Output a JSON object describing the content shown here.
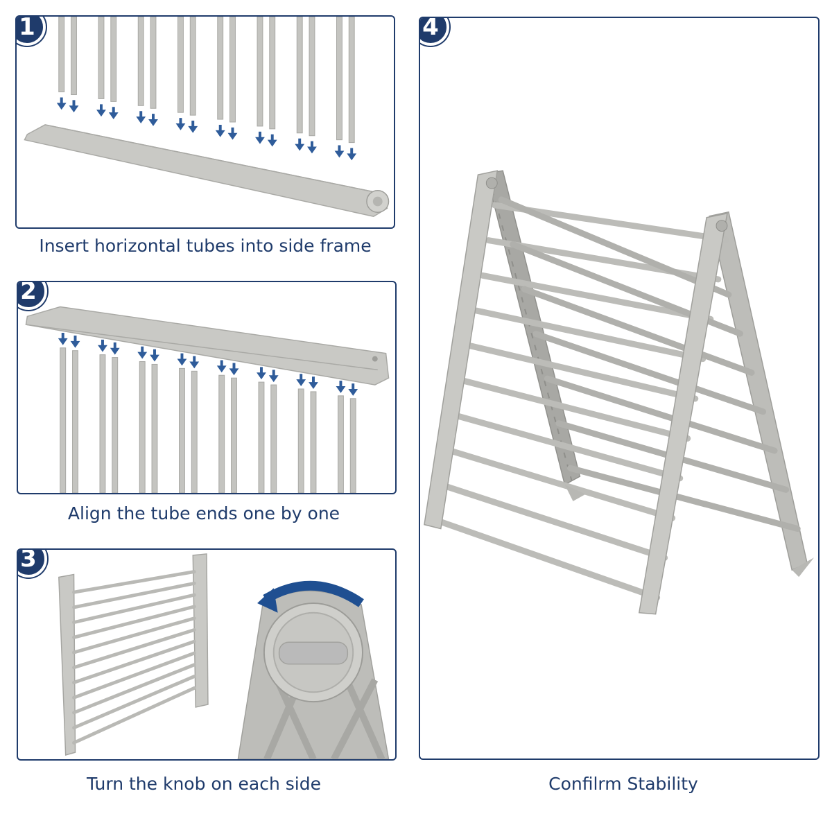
{
  "steps": [
    {
      "number": "1",
      "caption": "Insert horizontal tubes into side frame"
    },
    {
      "number": "2",
      "caption": "Align the tube ends one by one"
    },
    {
      "number": "3",
      "caption": "Turn the knob on each side"
    },
    {
      "number": "4",
      "caption": "Confilrm Stability"
    }
  ],
  "colors": {
    "accent": "#1f3b6b",
    "arrow": "#2f5c9a",
    "rack_gray": "#c4c4c0",
    "rack_dark": "#9c9c98"
  }
}
